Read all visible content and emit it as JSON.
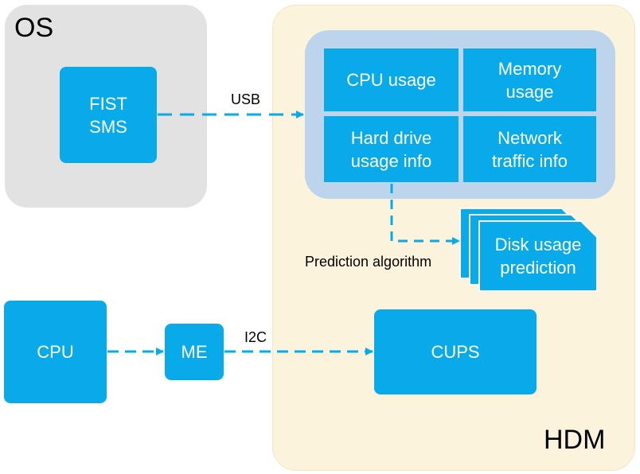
{
  "regions": {
    "os": {
      "label": "OS"
    },
    "hdm": {
      "label": "HDM"
    }
  },
  "nodes": {
    "fist_sms": {
      "label": "FIST\nSMS"
    },
    "cpu_usage": {
      "label": "CPU usage"
    },
    "memory_usage": {
      "label": "Memory\nusage"
    },
    "hard_drive_usage": {
      "label": "Hard drive\nusage info"
    },
    "network_traffic": {
      "label": "Network\ntraffic info"
    },
    "disk_usage_prediction": {
      "label": "Disk usage\nprediction"
    },
    "cpu": {
      "label": "CPU"
    },
    "me": {
      "label": "ME"
    },
    "cups": {
      "label": "CUPS"
    }
  },
  "edges": {
    "usb": {
      "label": "USB"
    },
    "prediction": {
      "label": "Prediction algorithm"
    },
    "i2c": {
      "label": "I2C"
    }
  },
  "colors": {
    "box": "#08aaea",
    "os_region": "#e2e2e2",
    "hdm_region": "#fcf3dd",
    "monitor_panel": "#bcd5ec",
    "connector": "#08aaea"
  }
}
